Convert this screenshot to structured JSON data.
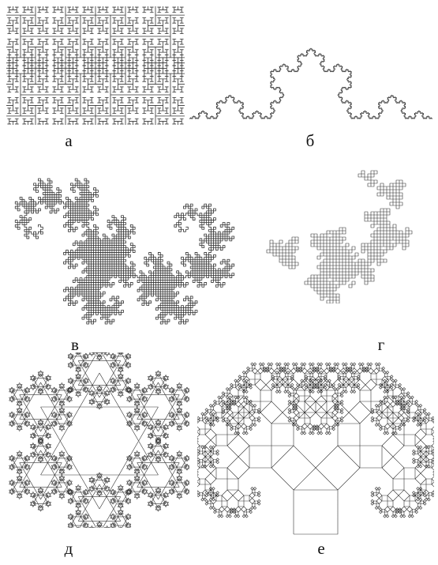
{
  "figure": {
    "panels": [
      {
        "id": "a",
        "label": "а"
      },
      {
        "id": "b",
        "label": "б"
      },
      {
        "id": "v",
        "label": "в"
      },
      {
        "id": "g",
        "label": "г"
      },
      {
        "id": "d",
        "label": "д"
      },
      {
        "id": "e",
        "label": "е"
      }
    ]
  },
  "colors": {
    "line": "#333333",
    "fill": "#ffffff"
  }
}
